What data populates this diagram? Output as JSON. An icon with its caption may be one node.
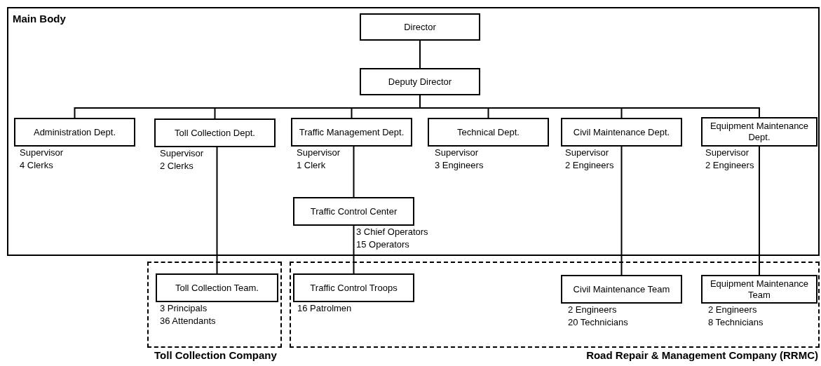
{
  "diagram": {
    "nodes": [
      {
        "text": [
          "Main Body"
        ]
      },
      {
        "text": [
          "Director"
        ],
        "in": 0
      },
      {
        "text": [
          "Deputy Director"
        ],
        "in": 0
      },
      {
        "text": [
          "Administration Dept."
        ],
        "in": 0,
        "beside": [
          "Supervisor",
          "4 Clerks"
        ]
      },
      {
        "text": [
          "Toll Collection Dept."
        ],
        "in": 0,
        "beside": [
          "Supervisor",
          "2 Clerks"
        ]
      },
      {
        "text": [
          "Traffic Management Dept."
        ],
        "in": 0,
        "beside": [
          "Supervisor",
          "1 Clerk"
        ]
      },
      {
        "text": [
          "Technical Dept."
        ],
        "in": 0,
        "beside": [
          "Supervisor",
          "3 Engineers"
        ]
      },
      {
        "text": [
          "Civil Maintenance Dept."
        ],
        "in": 0,
        "beside": [
          "Supervisor",
          "2 Engineers"
        ]
      },
      {
        "text": [
          "Equipment Maintenance Dept."
        ],
        "in": 0,
        "beside": [
          "Supervisor",
          "2 Engineers"
        ]
      },
      {
        "text": [
          "Traffic Control Center"
        ],
        "in": 0,
        "beside": [
          "3 Chief Operators",
          "15 Operators"
        ]
      },
      {
        "text": [
          "Toll Collection Company"
        ]
      },
      {
        "text": [
          "Toll Collection Team."
        ],
        "in": 10,
        "beside": [
          "3 Principals",
          "36 Attendants"
        ]
      },
      {
        "text": [
          "Road Repair & Management Company (RRMC)"
        ]
      },
      {
        "text": [
          "Traffic Control Troops"
        ],
        "in": 12,
        "beside": [
          "16 Patrolmen"
        ]
      },
      {
        "text": [
          "Civil Maintenance Team"
        ],
        "in": 12,
        "beside": [
          "2 Engineers",
          "20 Technicians"
        ]
      },
      {
        "text": [
          "Equipment Maintenance Team"
        ],
        "in": 12,
        "beside": [
          "2 Engineers",
          "8 Technicians"
        ]
      }
    ],
    "edges": [
      {
        "from": 1,
        "to": 2,
        "arrow": "none"
      },
      {
        "from": 2,
        "to": 3,
        "arrow": "none"
      },
      {
        "from": 2,
        "to": 4,
        "arrow": "none"
      },
      {
        "from": 2,
        "to": 5,
        "arrow": "none"
      },
      {
        "from": 2,
        "to": 6,
        "arrow": "none"
      },
      {
        "from": 2,
        "to": 7,
        "arrow": "none"
      },
      {
        "from": 2,
        "to": 8,
        "arrow": "none"
      },
      {
        "from": 5,
        "to": 9,
        "arrow": "none"
      },
      {
        "from": 4,
        "to": 11,
        "arrow": "none"
      },
      {
        "from": 9,
        "to": 13,
        "arrow": "none"
      },
      {
        "from": 7,
        "to": 14,
        "arrow": "none"
      },
      {
        "from": 8,
        "to": 15,
        "arrow": "none"
      }
    ]
  }
}
